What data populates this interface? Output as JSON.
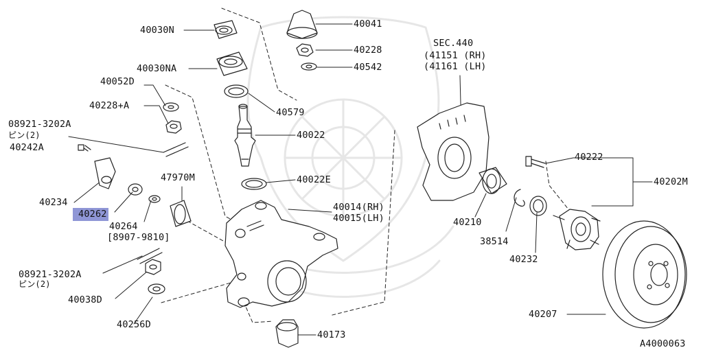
{
  "diagram": {
    "figure_id": "A4000063",
    "highlight_color": "#8f96d6",
    "labels": {
      "p40030N": "40030N",
      "p40030NA": "40030NA",
      "p40052D": "40052D",
      "p40228A": "40228+A",
      "p08921_top": "08921-3202A",
      "pin_top": "ピン(2)",
      "p40242A": "40242A",
      "p40234": "40234",
      "p40262": "40262",
      "p40264": "40264",
      "p40264_range": "[8907-9810]",
      "p47970M": "47970M",
      "p08921_bottom": "08921-3202A",
      "pin_bottom": "ピン(2)",
      "p40038D": "40038D",
      "p40256D": "40256D",
      "p40041": "40041",
      "p40228": "40228",
      "p40542": "40542",
      "p40579": "40579",
      "p40022": "40022",
      "p40022E": "40022E",
      "p40014": "40014(RH)",
      "p40015": "40015(LH)",
      "p40173": "40173",
      "sec440": "SEC.440",
      "sec_rh": "(41151 (RH)",
      "sec_lh": "(41161 (LH)",
      "p40210": "40210",
      "p38514": "38514",
      "p40232": "40232",
      "p40222": "40222",
      "p40202M": "40202M",
      "p40207": "40207"
    }
  }
}
